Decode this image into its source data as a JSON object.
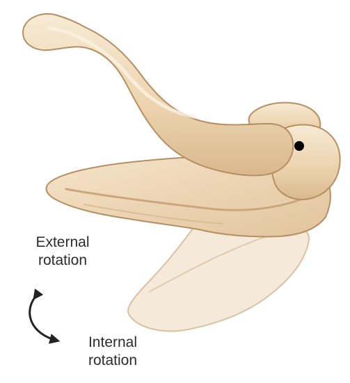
{
  "labels": {
    "external": [
      "External",
      "rotation"
    ],
    "internal": [
      "Internal",
      "rotation"
    ]
  },
  "colors": {
    "bone_fill": "#EED7B4",
    "bone_light": "#F6E7CF",
    "bone_shadow": "#C9A67C",
    "bone_outline": "#B48F63",
    "ghost_fill": "#F2E3CD",
    "ghost_outline": "#D8C2A2",
    "pivot_dot": "#000000",
    "arrow": "#222222",
    "text": "#2B2B2B"
  },
  "icons": {
    "pivot": "pivot-point-dot",
    "rotation_arrow": "double-headed-curved-arrow"
  }
}
